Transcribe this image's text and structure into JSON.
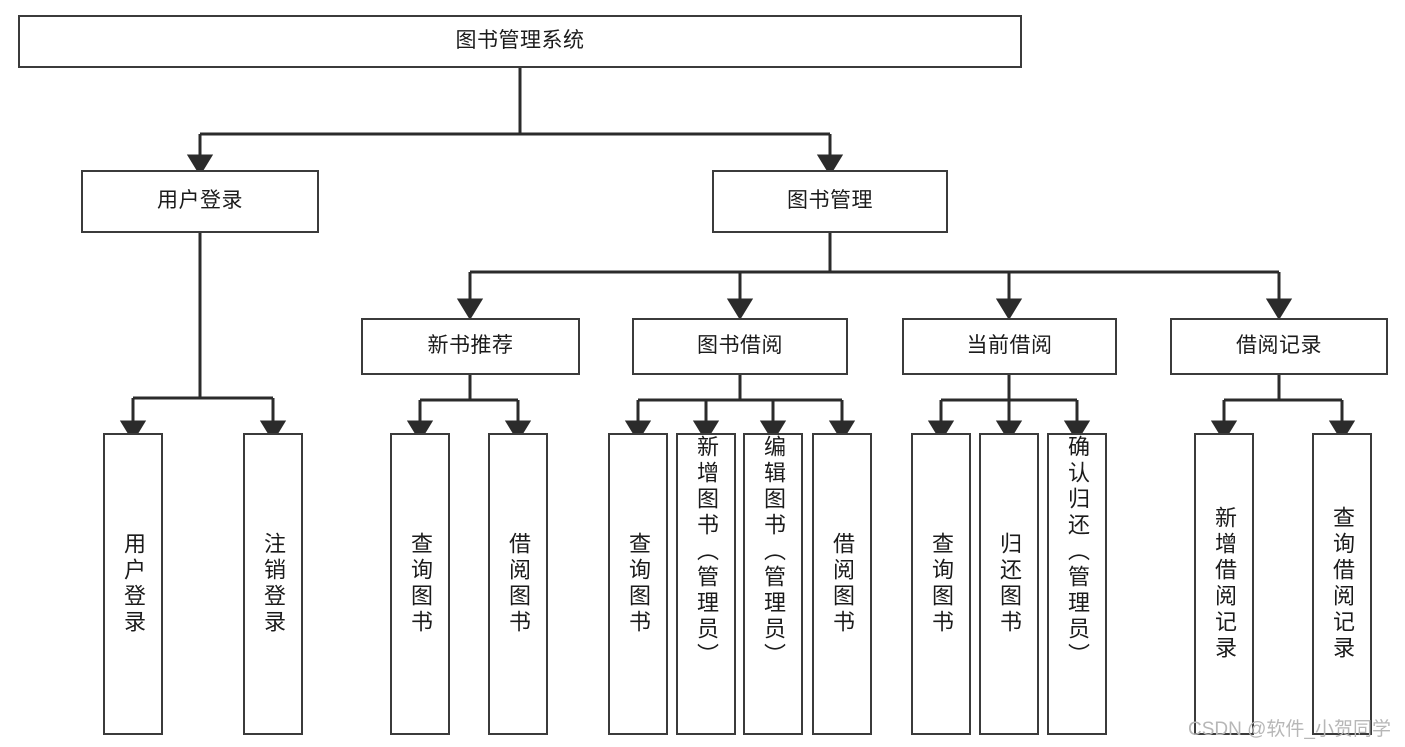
{
  "diagram": {
    "title": "图书管理系统",
    "type": "tree-hierarchy",
    "watermark": "CSDN @软件_小贺同学",
    "colors": {
      "background": "#ffffff",
      "box_border": "#3b3b3b",
      "connector": "#2b2b2b",
      "text": "#1b1b1b",
      "watermark": "#b7b7b7"
    },
    "levels": {
      "root": "图书管理系统",
      "level2": [
        "用户登录",
        "图书管理"
      ],
      "level3": [
        "新书推荐",
        "图书借阅",
        "当前借阅",
        "借阅记录"
      ]
    },
    "nodes": {
      "root": {
        "label": "图书管理系统"
      },
      "user_login": {
        "label": "用户登录"
      },
      "book_manage": {
        "label": "图书管理"
      },
      "new_book_rec": {
        "label": "新书推荐"
      },
      "book_borrow": {
        "label": "图书借阅"
      },
      "current_borrow": {
        "label": "当前借阅"
      },
      "borrow_record": {
        "label": "借阅记录"
      },
      "leaf_user_login": {
        "label": "用户登录"
      },
      "leaf_user_logout": {
        "label": "注销登录"
      },
      "leaf_query_book_1": {
        "label": "查询图书"
      },
      "leaf_borrow_book_1": {
        "label": "借阅图书"
      },
      "leaf_query_book_2": {
        "label": "查询图书"
      },
      "leaf_add_book_admin": {
        "label": "新增图书（管理员）"
      },
      "leaf_edit_book_admin": {
        "label": "编辑图书（管理员）"
      },
      "leaf_borrow_book_2": {
        "label": "借阅图书"
      },
      "leaf_query_book_3": {
        "label": "查询图书"
      },
      "leaf_return_book": {
        "label": "归还图书"
      },
      "leaf_confirm_return_admin": {
        "label": "确认归还（管理员）"
      },
      "leaf_add_record": {
        "label": "新增借阅记录"
      },
      "leaf_query_record": {
        "label": "查询借阅记录"
      }
    }
  }
}
